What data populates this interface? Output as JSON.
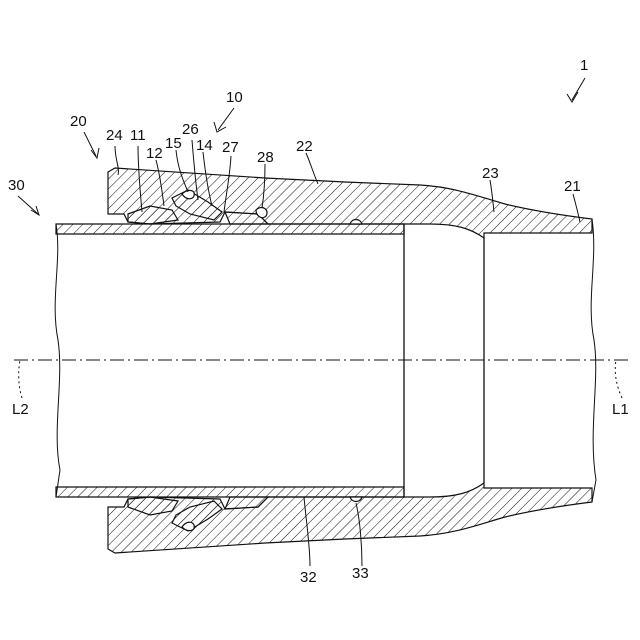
{
  "figure": {
    "labels": {
      "assembly": "1",
      "joint": "10",
      "seal": "11",
      "ring_12": "12",
      "part_14": "14",
      "part_15": "15",
      "socket": "20",
      "pipe_end": "21",
      "body": "22",
      "taper": "23",
      "flange": "24",
      "recess_26": "26",
      "step_27": "27",
      "groove_28": "28",
      "inserted_pipe": "30",
      "pipe_wall": "32",
      "bead": "33",
      "axis_socket": "L1",
      "axis_pipe": "L2"
    }
  }
}
